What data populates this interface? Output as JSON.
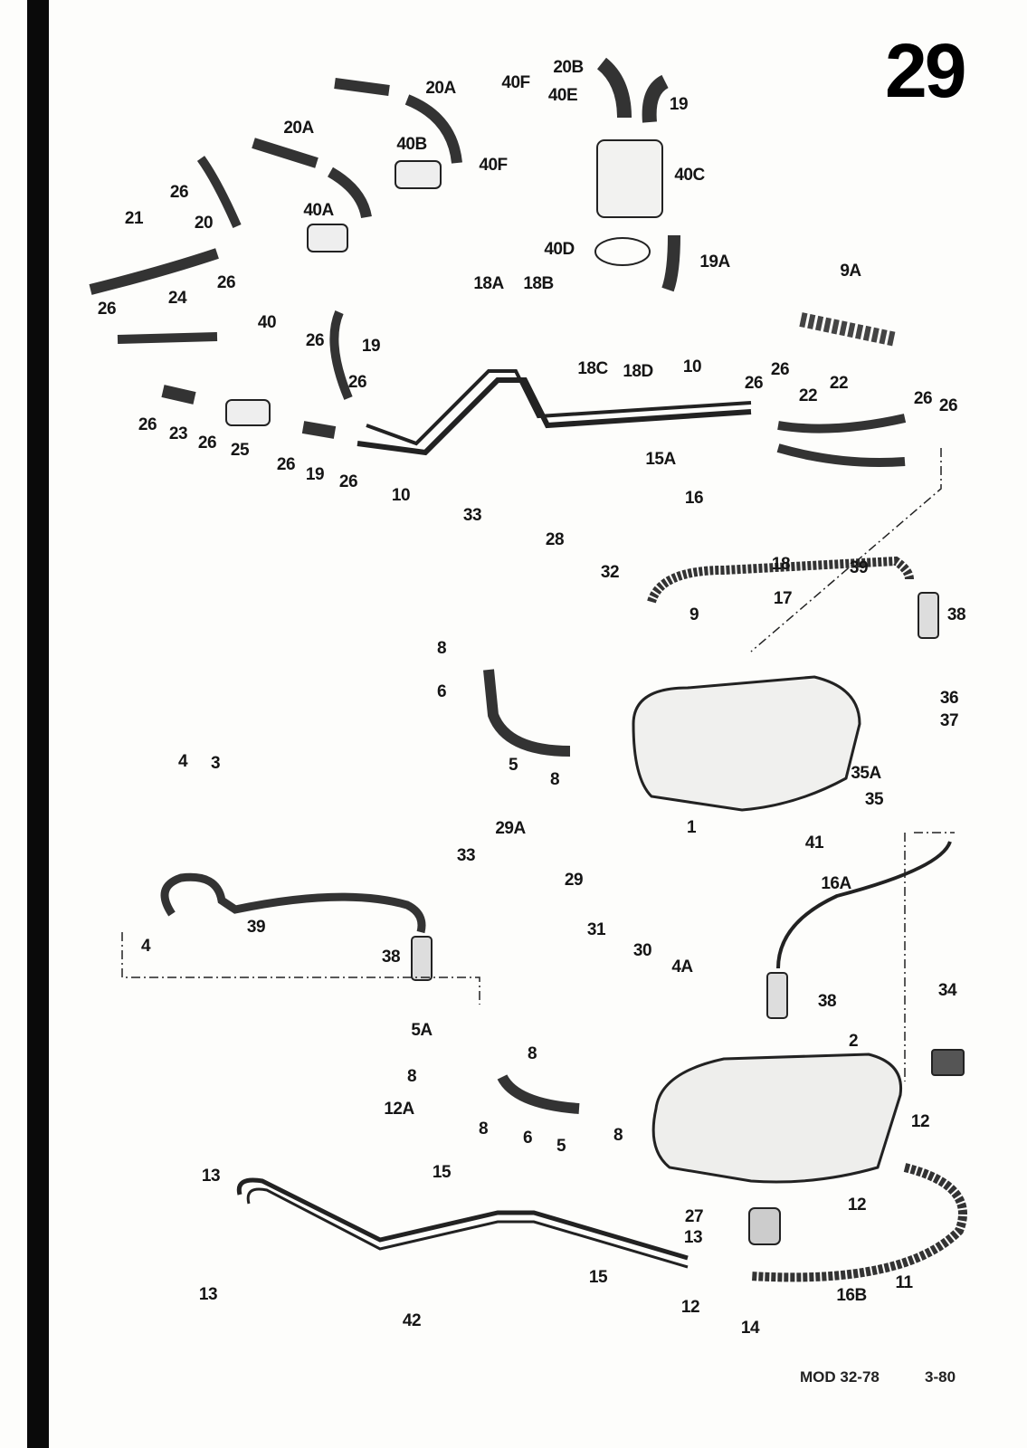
{
  "page_number": "29",
  "footer": {
    "model_code": "MOD 32-78",
    "date": "3-80"
  },
  "labels": [
    "20B",
    "19",
    "20A",
    "40F",
    "40E",
    "20A",
    "40B",
    "40F",
    "40C",
    "26",
    "20",
    "21",
    "40A",
    "40D",
    "19A",
    "9A",
    "26",
    "40",
    "24",
    "26",
    "18A",
    "18B",
    "26",
    "19",
    "18C",
    "18D",
    "10",
    "26",
    "26",
    "26",
    "22",
    "22",
    "26",
    "26",
    "26",
    "23",
    "26",
    "25",
    "26",
    "19",
    "26",
    "10",
    "15A",
    "16",
    "33",
    "28",
    "32",
    "18",
    "39",
    "17",
    "9",
    "38",
    "8",
    "6",
    "36",
    "37",
    "4",
    "3",
    "5",
    "8",
    "35A",
    "35",
    "1",
    "41",
    "29A",
    "33",
    "29",
    "16A",
    "39",
    "4",
    "31",
    "30",
    "4A",
    "38",
    "38",
    "34",
    "5A",
    "8",
    "2",
    "8",
    "12A",
    "8",
    "6",
    "5",
    "8",
    "12",
    "13",
    "15",
    "12",
    "27",
    "13",
    "15",
    "11",
    "13",
    "12",
    "16B",
    "42",
    "14"
  ]
}
